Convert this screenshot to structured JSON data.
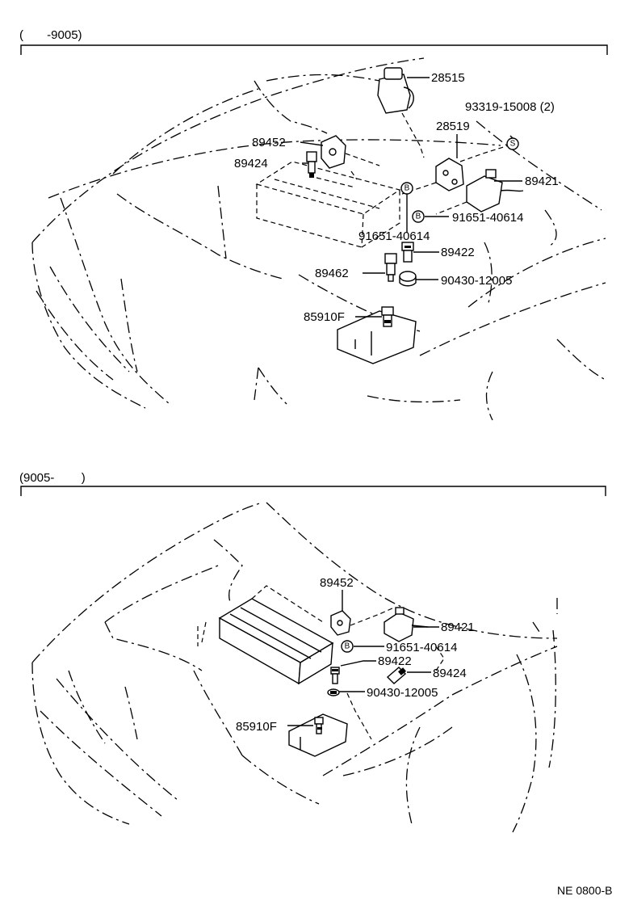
{
  "sections": [
    {
      "range": "(       -9005)",
      "callouts": [
        "28515",
        "93319-15008 (2)",
        "28519",
        "89452",
        "89424",
        "89421",
        "91651-40614",
        "91651-40614",
        "89422",
        "89462",
        "90430-12005",
        "85910F"
      ]
    },
    {
      "range": "(9005-        )",
      "callouts": [
        "89452",
        "89421",
        "91651-40614",
        "89422",
        "89424",
        "90430-12005",
        "85910F"
      ]
    }
  ],
  "symbols": {
    "bolt": "B",
    "screw": "S"
  },
  "page_code": "NE 0800-B"
}
